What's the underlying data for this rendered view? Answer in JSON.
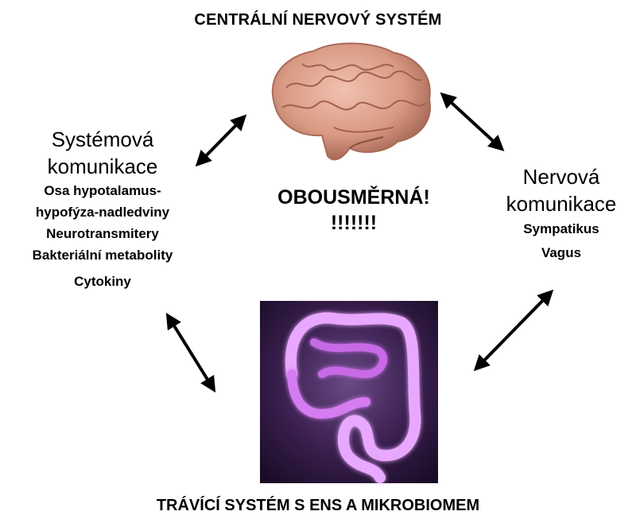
{
  "top_title": "CENTRÁLNÍ NERVOVÝ SYSTÉM",
  "bottom_title": "TRÁVÍCÍ SYSTÉM S ENS A MIKROBIOMEM",
  "left": {
    "heading_line1": "Systémová",
    "heading_line2": "komunikace",
    "items": [
      "Osa hypotalamus-",
      "hypofýza-nadledviny",
      "Neurotransmitery",
      "Bakteriální metabolity",
      "Cytokiny"
    ]
  },
  "center": {
    "line1": "OBOUSMĚRNÁ!",
    "line2": "!!!!!!!"
  },
  "right": {
    "heading_line1": "Nervová",
    "heading_line2": "komunikace",
    "items": [
      "Sympatikus",
      "Vagus"
    ]
  },
  "icons": {
    "brain": "brain-illustration",
    "gut": "digestive-tract-illustration",
    "arrows": "double-headed-arrow"
  },
  "colors": {
    "brain": "#d99a84",
    "gut_background": "#3a1f4f",
    "gut_glow": "#d47cf0"
  }
}
